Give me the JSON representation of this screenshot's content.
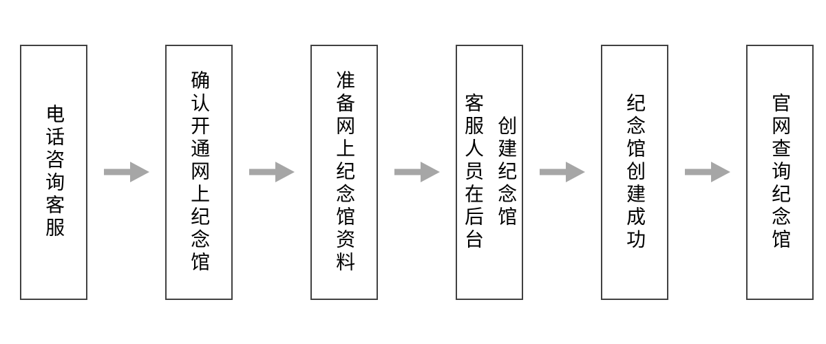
{
  "flowchart": {
    "description": "horizontal process flow, 6 steps, vertical CJK text, right arrows",
    "steps": [
      {
        "label": "电话咨询客服",
        "lines": [
          "电话咨询客服"
        ]
      },
      {
        "label": "确认开通网上纪念馆",
        "lines": [
          "确认开通网上纪念馆"
        ]
      },
      {
        "label": "准备网上纪念馆资料",
        "lines": [
          "准备网上纪念馆资料"
        ]
      },
      {
        "label": "客服人员在后台创建纪念馆",
        "lines": [
          "客服人员在后台",
          "创建纪念馆"
        ]
      },
      {
        "label": "纪念馆创建成功",
        "lines": [
          "纪念馆创建成功"
        ]
      },
      {
        "label": "官网查询纪念馆",
        "lines": [
          "官网查询纪念馆"
        ]
      }
    ],
    "connector": "right-arrow",
    "colors": {
      "box_border": "#404040",
      "box_fill": "#ffffff",
      "arrow": "#a6a6a6",
      "text": "#000000",
      "background": "#ffffff"
    }
  }
}
